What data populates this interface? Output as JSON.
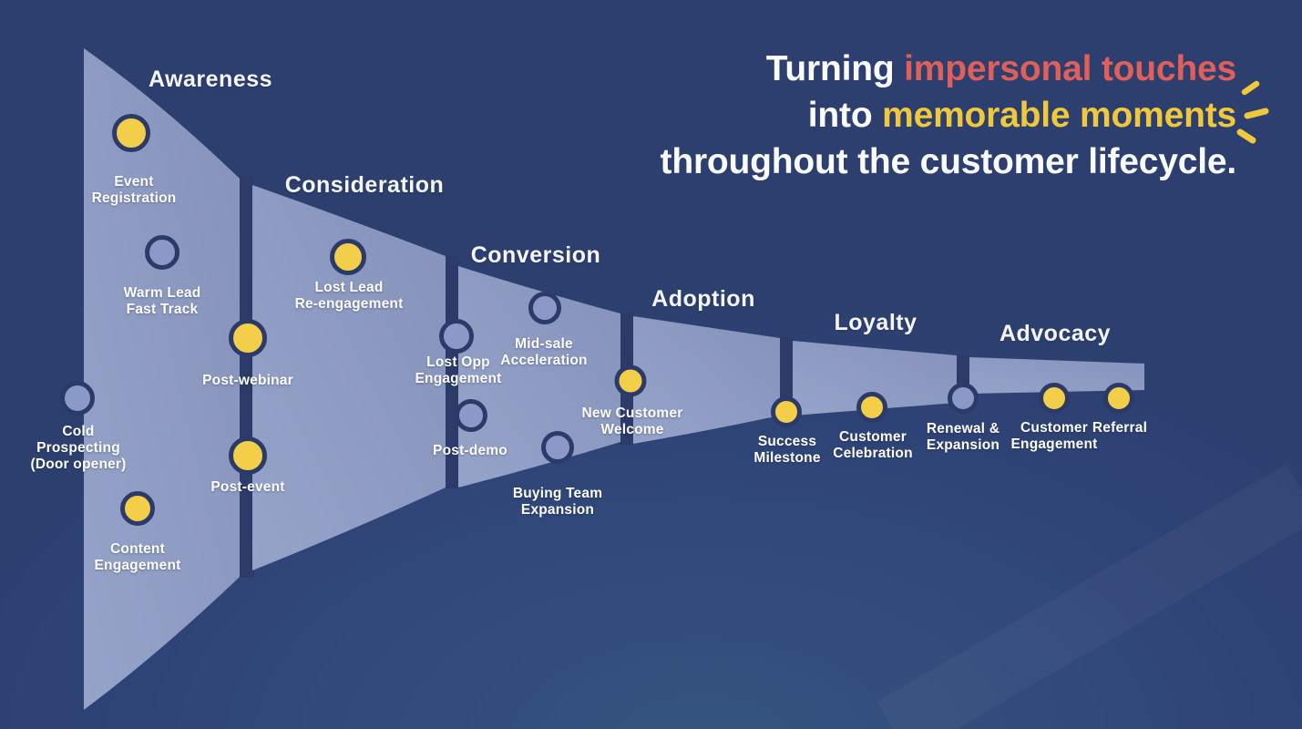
{
  "headline": {
    "lines": [
      {
        "parts": [
          {
            "text": "Turning ",
            "color": "white"
          },
          {
            "text": "impersonal touches",
            "color": "#DF5F5B"
          }
        ]
      },
      {
        "parts": [
          {
            "text": "into ",
            "color": "white"
          },
          {
            "text": "memorable moments",
            "color": "#EFC83C"
          }
        ]
      },
      {
        "parts": [
          {
            "text": "throughout the customer lifecycle.",
            "color": "white"
          }
        ]
      }
    ]
  },
  "stages": [
    {
      "label": "Awareness"
    },
    {
      "label": "Consideration"
    },
    {
      "label": "Conversion"
    },
    {
      "label": "Adoption"
    },
    {
      "label": "Loyalty"
    },
    {
      "label": "Advocacy"
    }
  ],
  "touchpoints": [
    {
      "label": "Event\nRegistration",
      "stage": "Awareness",
      "marker": "yellow"
    },
    {
      "label": "Warm Lead\nFast Track",
      "stage": "Awareness",
      "marker": "lavender"
    },
    {
      "label": "Cold\nProspecting\n(Door opener)",
      "stage": "Awareness",
      "marker": "lavender"
    },
    {
      "label": "Post-webinar",
      "stage": "Awareness",
      "marker": "yellow"
    },
    {
      "label": "Post-event",
      "stage": "Awareness",
      "marker": "yellow"
    },
    {
      "label": "Content\nEngagement",
      "stage": "Awareness",
      "marker": "yellow"
    },
    {
      "label": "Lost Lead\nRe-engagement",
      "stage": "Consideration",
      "marker": "yellow"
    },
    {
      "label": "Lost Opp\nEngagement",
      "stage": "Conversion",
      "marker": "lavender"
    },
    {
      "label": "Mid-sale\nAcceleration",
      "stage": "Conversion",
      "marker": "lavender"
    },
    {
      "label": "Post-demo",
      "stage": "Conversion",
      "marker": "lavender"
    },
    {
      "label": "Buying Team\nExpansion",
      "stage": "Conversion",
      "marker": "lavender"
    },
    {
      "label": "New Customer\nWelcome",
      "stage": "Adoption",
      "marker": "yellow"
    },
    {
      "label": "Success\nMilestone",
      "stage": "Loyalty",
      "marker": "yellow"
    },
    {
      "label": "Customer\nCelebration",
      "stage": "Loyalty",
      "marker": "yellow"
    },
    {
      "label": "Renewal &\nExpansion",
      "stage": "Advocacy",
      "marker": "lavender"
    },
    {
      "label": "Customer\nEngagement",
      "stage": "Advocacy",
      "marker": "yellow"
    },
    {
      "label": "Referral",
      "stage": "Advocacy",
      "marker": "yellow"
    }
  ],
  "colors": {
    "background": "#2E4274",
    "funnel_light": "#96A3C9",
    "funnel_dark": "#8592BB",
    "divider": "#2C3B6A",
    "marker_yellow": "#F2CE49",
    "marker_lavender": "#8A99C7",
    "marker_ring": "#2B3A69",
    "headline_coral": "#DF5F5B",
    "headline_yellow": "#EFC83C",
    "text_white": "#FFFFFF"
  }
}
